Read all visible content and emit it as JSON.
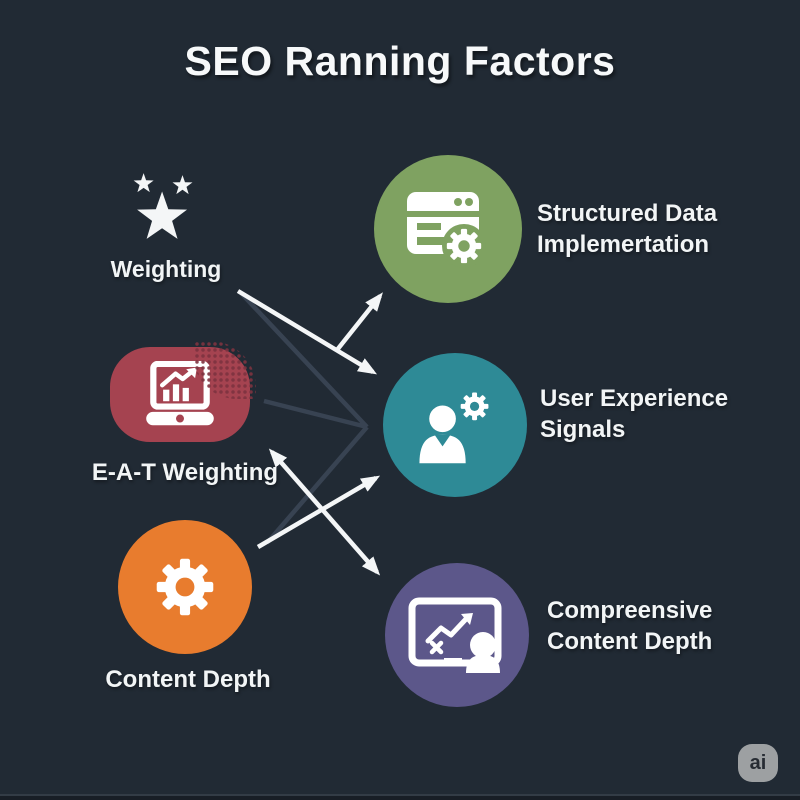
{
  "title": "SEO Ranning Factors",
  "nodes": {
    "weighting": {
      "label": "Weighting",
      "icon": "stars-icon",
      "color": "#f4f6f7"
    },
    "eat_weighting": {
      "label": "E-A-T Weighting",
      "icon": "analytics-laptop-icon",
      "color": "#a54350"
    },
    "content_depth": {
      "label": "Content Depth",
      "icon": "gear-icon",
      "color": "#e87c2e"
    },
    "structured_data": {
      "label_line1": "Structured Data",
      "label_line2": "Implemertation",
      "icon": "browser-gear-icon",
      "color": "#7fa261"
    },
    "user_experience": {
      "label_line1": "User Experience",
      "label_line2": "Signals",
      "icon": "user-gear-icon",
      "color": "#2e8a96"
    },
    "comprehensive_depth": {
      "label_line1": "Compreensive",
      "label_line2": "Content Depth",
      "icon": "presentation-chart-icon",
      "color": "#5c578a"
    }
  },
  "connections": [
    {
      "from": "weighting",
      "to": "user_experience",
      "style": "white-arrow"
    },
    {
      "from": "weighting",
      "to": "structured_data",
      "style": "white-arrow-branch"
    },
    {
      "from": "content_depth",
      "to": "user_experience",
      "style": "white-arrow"
    },
    {
      "from": "eat_weighting",
      "to": "comprehensive_depth",
      "style": "white-arrow-double-headed"
    },
    {
      "from": "weighting",
      "to": "user_experience",
      "style": "dark-line"
    },
    {
      "from": "eat_weighting",
      "to": "user_experience",
      "style": "dark-line"
    },
    {
      "from": "content_depth",
      "to": "user_experience",
      "style": "dark-line"
    }
  ],
  "watermark": {
    "label": "ai"
  },
  "background_color": "#212a34",
  "arrow_color": "#f4f6f7",
  "dark_line_color": "#3a4454"
}
